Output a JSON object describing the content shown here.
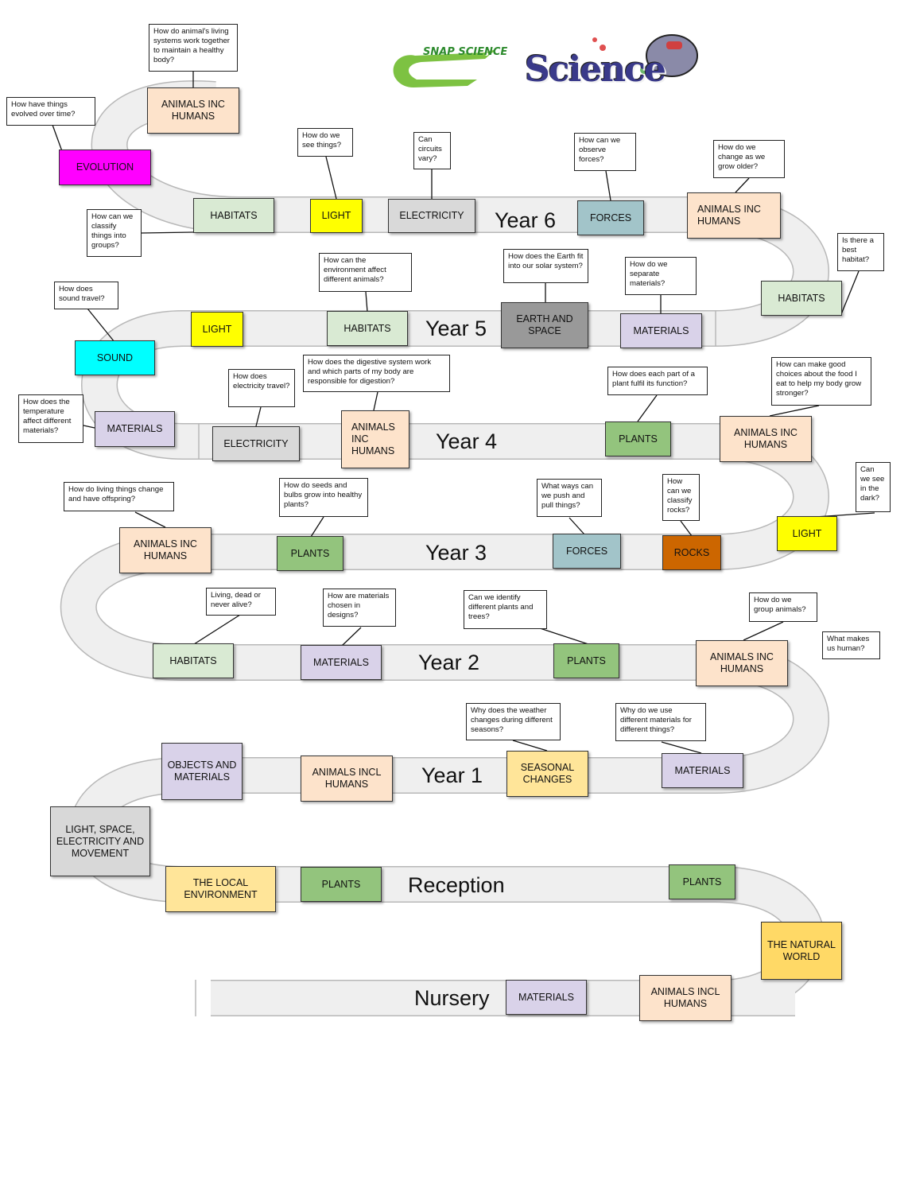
{
  "logos": {
    "snap": "SNAP SCIENCE",
    "science": "Science"
  },
  "years": [
    {
      "id": "year6",
      "label": "Year 6"
    },
    {
      "id": "year5",
      "label": "Year 5"
    },
    {
      "id": "year4",
      "label": "Year 4"
    },
    {
      "id": "year3",
      "label": "Year 3"
    },
    {
      "id": "year2",
      "label": "Year 2"
    },
    {
      "id": "year1",
      "label": "Year 1"
    },
    {
      "id": "reception",
      "label": "Reception"
    },
    {
      "id": "nursery",
      "label": "Nursery"
    }
  ],
  "topics": {
    "y6_animals_top": "ANIMALS INC HUMANS",
    "y6_evolution": "EVOLUTION",
    "y6_habitats": "HABITATS",
    "y6_light": "LIGHT",
    "y6_electricity": "ELECTRICITY",
    "y6_forces": "FORCES",
    "y6_animals_right": "ANIMALS INC HUMANS",
    "y5_habitats_right": "HABITATS",
    "y5_light": "LIGHT",
    "y5_habitats": "HABITATS",
    "y5_earth_space": "EARTH AND SPACE",
    "y5_materials": "MATERIALS",
    "y5_sound": "SOUND",
    "y4_materials": "MATERIALS",
    "y4_electricity": "ELECTRICITY",
    "y4_animals": "ANIMALS INC HUMANS",
    "y4_plants": "PLANTS",
    "y4_animals_right": "ANIMALS INC HUMANS",
    "y3_light": "LIGHT",
    "y3_animals": "ANIMALS INC HUMANS",
    "y3_plants": "PLANTS",
    "y3_forces": "FORCES",
    "y3_rocks": "ROCKS",
    "y2_habitats": "HABITATS",
    "y2_materials": "MATERIALS",
    "y2_plants": "PLANTS",
    "y2_animals": "ANIMALS INC HUMANS",
    "y1_objects": "OBJECTS AND MATERIALS",
    "y1_animals": "ANIMALS INCL HUMANS",
    "y1_seasonal": "SEASONAL CHANGES",
    "y1_materials": "MATERIALS",
    "r_light_space": "LIGHT, SPACE, ELECTRICITY AND MOVEMENT",
    "r_local_env": "THE LOCAL ENVIRONMENT",
    "r_plants": "PLANTS",
    "r_plants_right": "PLANTS",
    "r_natural_world": "THE NATURAL WORLD",
    "n_materials": "MATERIALS",
    "n_animals": "ANIMALS INCL HUMANS"
  },
  "questions": {
    "q_y6_living_systems": "How do animal's living systems work together to maintain a healthy body?",
    "q_y6_evolved": "How have things evolved over time?",
    "q_y6_classify": "How can we classify things into groups?",
    "q_y6_see": "How do we see things?",
    "q_y6_circuits": "Can circuits vary?",
    "q_y6_forces": "How can we observe forces?",
    "q_y6_older": "How do we change as we grow older?",
    "q_y5_best_habitat": "Is there a best habitat?",
    "q_y5_environment": "How can the environment affect different animals?",
    "q_y5_earth": "How does the Earth fit into our solar system?",
    "q_y5_separate": "How do we separate materials?",
    "q_y5_sound": "How does sound travel?",
    "q_y4_temperature": "How does the temperature affect different materials?",
    "q_y4_electricity": "How does electricity travel?",
    "q_y4_digestion": "How does the digestive system work and which parts of my body are responsible for digestion?",
    "q_y4_plant_part": "How does each part of a plant fulfil its function?",
    "q_y4_food": "How can make good choices about the food I eat to help my body grow stronger?",
    "q_y3_dark": "Can we see in the dark?",
    "q_y3_offspring": "How do living things change and have offspring?",
    "q_y3_seeds": "How do seeds and bulbs grow into healthy plants?",
    "q_y3_push": "What ways can we push and pull things?",
    "q_y3_rocks": "How can we classify rocks?",
    "q_y2_living": "Living, dead or never alive?",
    "q_y2_materials": "How are materials chosen in designs?",
    "q_y2_identify": "Can we identify different plants and trees?",
    "q_y2_group": "How do we group animals?",
    "q_y2_human": "What makes us human?",
    "q_y1_weather": "Why does the weather changes during different seasons?",
    "q_y1_materials": "Why do we use different materials for different things?"
  },
  "colors": {
    "road_fill": "#efefef",
    "road_edge": "#b8b8b8",
    "peach": "#fde3cb",
    "magenta": "#ff00ff",
    "pale_green": "#d9ead3",
    "yellow": "#ffff00",
    "light_grey": "#d9d9d9",
    "blue_grey": "#a2c4c9",
    "lavender": "#d9d2e9",
    "dark_grey": "#999999",
    "cyan": "#00ffff",
    "green": "#93c47d",
    "orange": "#cc6600",
    "pale_yellow": "#ffe599",
    "gold": "#ffd966",
    "mid_grey": "#d8d8d8"
  }
}
